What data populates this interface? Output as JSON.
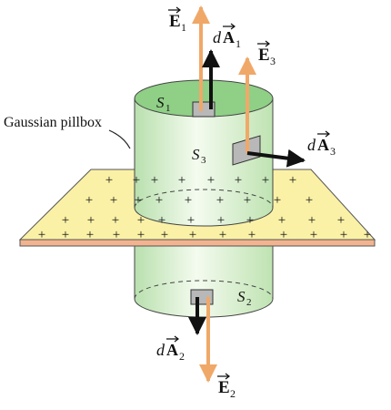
{
  "labels": {
    "E": "E",
    "dA": "dA",
    "d": "d",
    "A": "A",
    "S": "S",
    "sub1": "1",
    "sub2": "2",
    "sub3": "3",
    "pillbox": "Gaussian pillbox",
    "plus": "+"
  },
  "colors": {
    "field_arrow": "#f0a868",
    "normal_arrow": "#111111",
    "sheet_fill": "#faf1a6",
    "sheet_edge": "#f2b490",
    "cylinder_side": "#d8f0cc",
    "cylinder_top": "#8fcf86",
    "patch": "#b8b8b8"
  },
  "sheet": {
    "rows": 4,
    "charge_sign": "+"
  }
}
